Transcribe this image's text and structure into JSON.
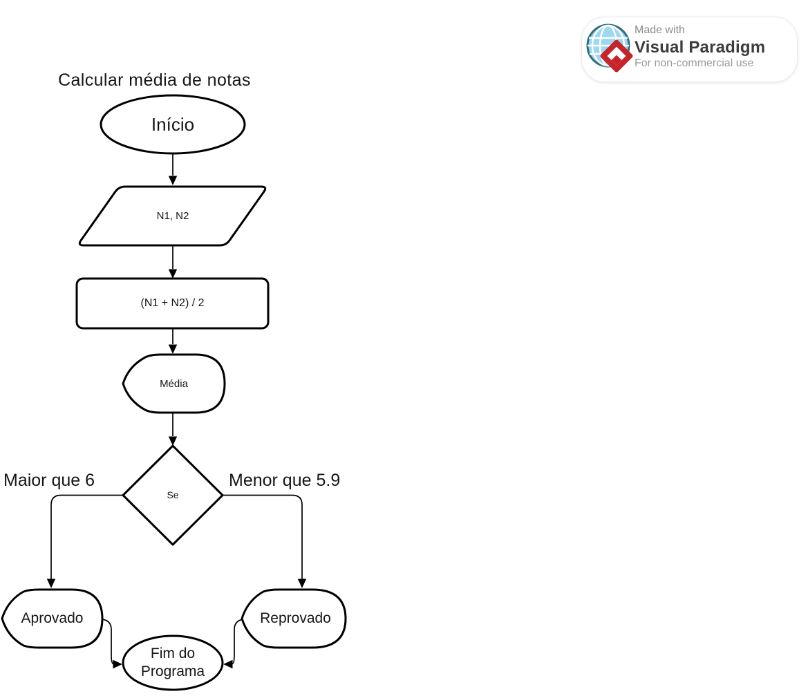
{
  "diagram": {
    "title": "Calcular média de notas",
    "nodes": {
      "start": "Início",
      "input": "N1, N2",
      "process": "(N1 + N2) / 2",
      "display": "Média",
      "decision": "Se",
      "approved": "Aprovado",
      "rejected": "Reprovado",
      "end": "Fim do Programa"
    },
    "branches": {
      "left": "Maior que 6",
      "right": "Menor que 5.9"
    }
  },
  "badge": {
    "made_with": "Made with",
    "brand": "Visual Paradigm",
    "license": "For non-commercial use"
  },
  "colors": {
    "stroke": "#000000",
    "background": "#ffffff",
    "badge_red": "#c5242b",
    "globe_blue": "#9ed7f2",
    "globe_ring": "#2d6e7a"
  }
}
